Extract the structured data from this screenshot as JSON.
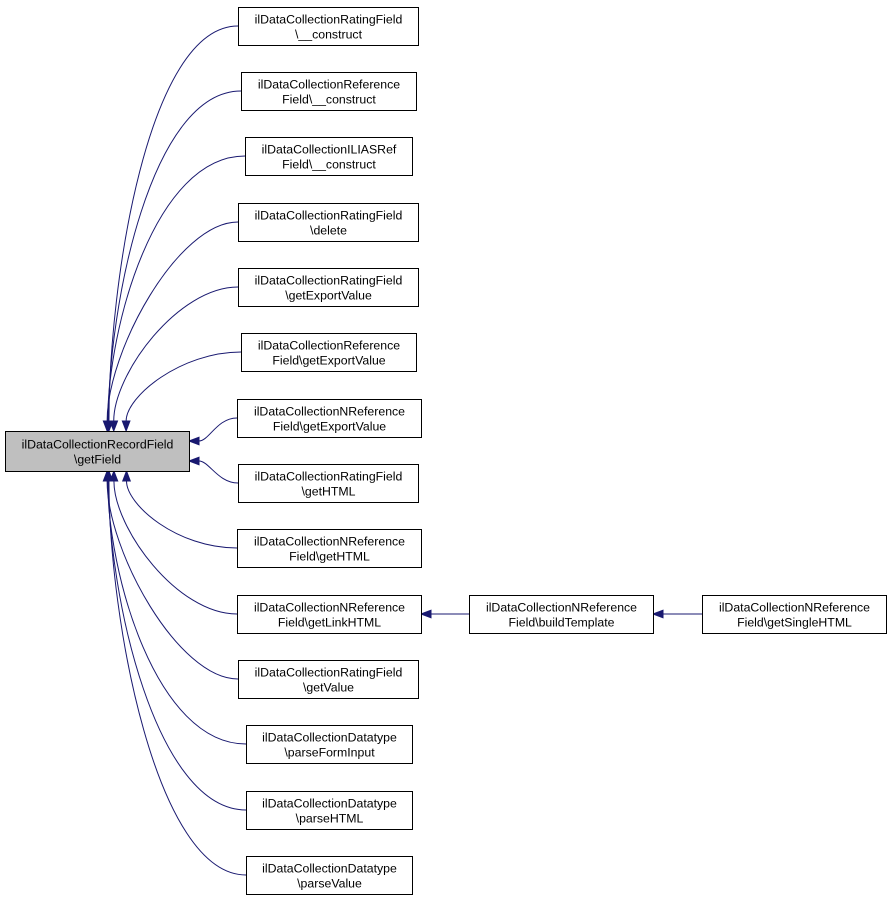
{
  "diagram": {
    "type": "call-graph",
    "colors": {
      "edge": "#191970",
      "root_fill": "#bfbfbf",
      "node_fill": "#ffffff",
      "border": "#000000"
    },
    "root": {
      "id": "root",
      "lines": [
        "ilDataCollectionRecordField",
        "\\getField"
      ]
    },
    "callers": [
      {
        "id": "n1",
        "lines": [
          "ilDataCollectionRatingField",
          "\\__construct"
        ]
      },
      {
        "id": "n2",
        "lines": [
          "ilDataCollectionReference",
          "Field\\__construct"
        ]
      },
      {
        "id": "n3",
        "lines": [
          "ilDataCollectionILIASRef",
          "Field\\__construct"
        ]
      },
      {
        "id": "n4",
        "lines": [
          "ilDataCollectionRatingField",
          "\\delete"
        ]
      },
      {
        "id": "n5",
        "lines": [
          "ilDataCollectionRatingField",
          "\\getExportValue"
        ]
      },
      {
        "id": "n6",
        "lines": [
          "ilDataCollectionReference",
          "Field\\getExportValue"
        ]
      },
      {
        "id": "n7",
        "lines": [
          "ilDataCollectionNReference",
          "Field\\getExportValue"
        ]
      },
      {
        "id": "n8",
        "lines": [
          "ilDataCollectionRatingField",
          "\\getHTML"
        ]
      },
      {
        "id": "n9",
        "lines": [
          "ilDataCollectionNReference",
          "Field\\getHTML"
        ]
      },
      {
        "id": "n10",
        "lines": [
          "ilDataCollectionNReference",
          "Field\\getLinkHTML"
        ]
      },
      {
        "id": "n11",
        "lines": [
          "ilDataCollectionRatingField",
          "\\getValue"
        ]
      },
      {
        "id": "n12",
        "lines": [
          "ilDataCollectionDatatype",
          "\\parseFormInput"
        ]
      },
      {
        "id": "n13",
        "lines": [
          "ilDataCollectionDatatype",
          "\\parseHTML"
        ]
      },
      {
        "id": "n14",
        "lines": [
          "ilDataCollectionDatatype",
          "\\parseValue"
        ]
      }
    ],
    "chain": [
      {
        "id": "n15",
        "lines": [
          "ilDataCollectionNReference",
          "Field\\buildTemplate"
        ]
      },
      {
        "id": "n16",
        "lines": [
          "ilDataCollectionNReference",
          "Field\\getSingleHTML"
        ]
      }
    ],
    "edges": [
      {
        "from": "n1",
        "to": "root"
      },
      {
        "from": "n2",
        "to": "root"
      },
      {
        "from": "n3",
        "to": "root"
      },
      {
        "from": "n4",
        "to": "root"
      },
      {
        "from": "n5",
        "to": "root"
      },
      {
        "from": "n6",
        "to": "root"
      },
      {
        "from": "n7",
        "to": "root"
      },
      {
        "from": "n8",
        "to": "root"
      },
      {
        "from": "n9",
        "to": "root"
      },
      {
        "from": "n10",
        "to": "root"
      },
      {
        "from": "n11",
        "to": "root"
      },
      {
        "from": "n12",
        "to": "root"
      },
      {
        "from": "n13",
        "to": "root"
      },
      {
        "from": "n14",
        "to": "root"
      },
      {
        "from": "n15",
        "to": "n10"
      },
      {
        "from": "n16",
        "to": "n15"
      }
    ]
  }
}
